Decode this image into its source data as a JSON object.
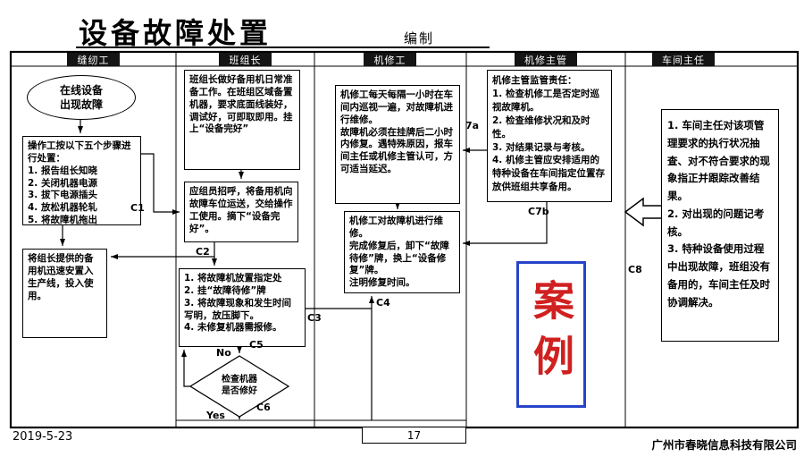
{
  "title": "设备故障处置",
  "compile_label": "编制",
  "lanes": {
    "sewing_worker": "缝纫工",
    "team_leader": "班组长",
    "mechanic": "机修工",
    "mechanic_supervisor": "机修主管",
    "workshop_director": "车间主任"
  },
  "nodes": {
    "start": "在线设备\n出现故障",
    "worker_steps": "操作工按以下五个步骤进行处置：\n1. 报告组长知晓\n2. 关闭机器电源\n3. 拔下电源插头\n4. 放松机器轮轧\n5. 将故障机拖出",
    "worker_install": "将组长提供的备用机迅速安置入生产线，投入使用。",
    "leader_prepare": "班组长做好备用机日常准备工作。在班组区域备置机器，要求底面线装好，调试好，可即取即用。挂上“设备完好”",
    "leader_deliver": "应组员招呼，将备用机向故障车位运送，交给操作工使用。摘下“设备完好”。",
    "leader_tag": "1. 将故障机放置指定处\n2. 挂“故障待修”牌\n3. 将故障现象和发生时间写明，放压脚下。\n4. 未修复机器需报修。",
    "check_diamond": "检查机器\n是否修好",
    "mechanic_patrol": "机修工每天每隔一小时在车间内巡视一遍，对故障机进行维修。\n故障机必须在挂牌后二小时内修复。遇特殊原因，报车间主任或机修主管认可，方可适当延迟。",
    "mechanic_repair": "机修工对故障机进行维修。\n完成修复后，卸下“故障待修”牌，换上“设备修复”牌。\n注明修复时间。",
    "supervisor_duty": "机修主管监管责任：\n1. 检查机修工是否定时巡视故障机。\n2. 检查维修状况和及时性。\n3. 对结果记录与考核。\n4. 机修主管应安排适用的特种设备在车间指定位置存放供班组共享备用。",
    "director_duty": "1. 车间主任对该项管理要求的执行状况抽查、对不符合要求的现象指正并跟踪改善结果。\n2. 对出现的问题记考核。\n3. 特种设备使用过程中出现故障，班组没有备用的，车间主任及时协调解决。"
  },
  "connectors": {
    "c1": "C1",
    "c2": "C2",
    "c3": "C3",
    "c4": "C4",
    "c5": "C5",
    "c6": "C6",
    "c7b": "C7b",
    "c8": "C8",
    "a7": "7a",
    "no": "No",
    "yes": "Yes"
  },
  "stamp": "案例",
  "colors": {
    "stamp_border": "#2843c8",
    "stamp_text": "#d02020",
    "header_bg": "#141414"
  },
  "footer": {
    "date": "2019-5-23",
    "page": "17",
    "company": "广州市春晓信息科技有限公司"
  }
}
